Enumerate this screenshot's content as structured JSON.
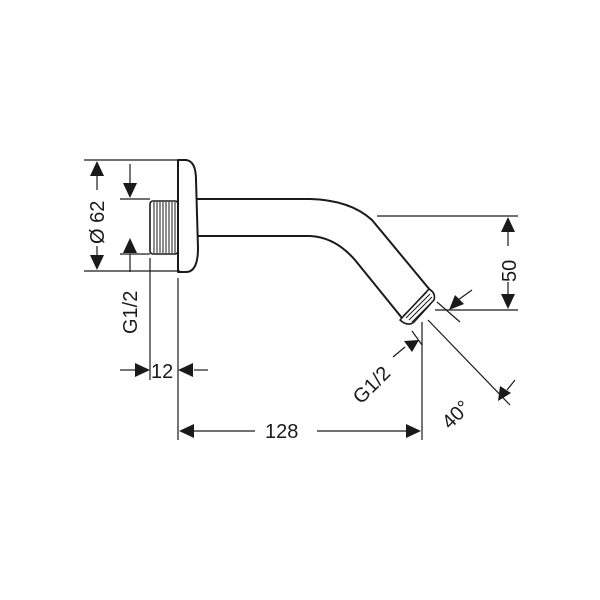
{
  "drawing": {
    "title": "Shower arm technical dimension drawing",
    "line_color": "#1a1a1a",
    "background": "#ffffff",
    "dimensions": {
      "flange_diameter": "Ø 62",
      "wall_thread": "G1/2",
      "thread_length": "12",
      "projection": "128",
      "drop": "50",
      "outlet_thread": "G1/2",
      "outlet_angle": "40°"
    }
  }
}
